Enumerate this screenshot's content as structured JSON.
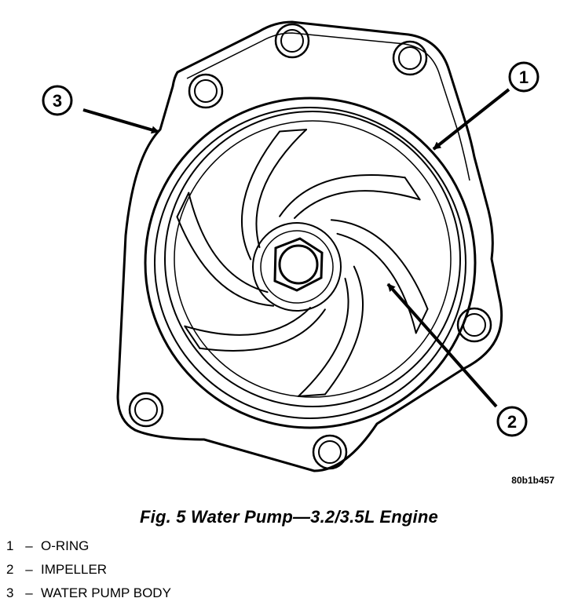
{
  "figure": {
    "caption": "Fig. 5 Water Pump—3.2/3.5L Engine",
    "image_code": "80b1b457"
  },
  "callouts": [
    {
      "number": "1",
      "label": "O-RING"
    },
    {
      "number": "2",
      "label": "IMPELLER"
    },
    {
      "number": "3",
      "label": "WATER PUMP BODY"
    }
  ],
  "legend_separator": "–"
}
